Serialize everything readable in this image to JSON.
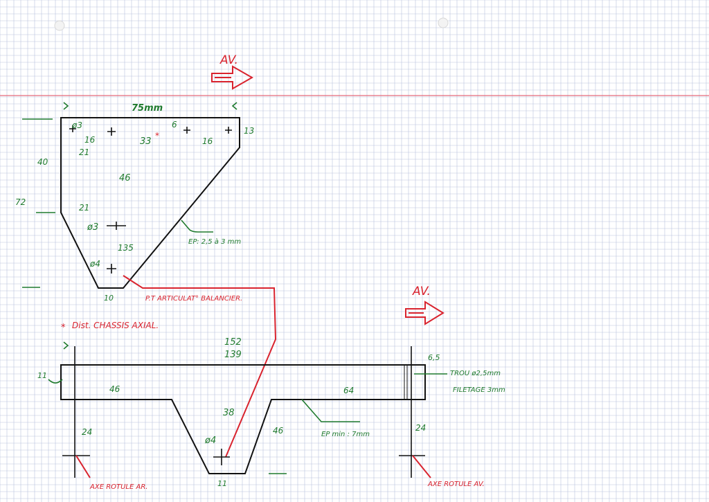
{
  "colors": {
    "paper": "#ffffff",
    "grid_line": "#b9c3de",
    "margin_line": "#e56a7a",
    "outline": "#111111",
    "dimension_ink": "#1f7a2e",
    "annotation_ink": "#d9232e"
  },
  "top_part": {
    "width_dim": "75mm",
    "dia_3_top": "ø3",
    "dim_16_left": "16",
    "dim_21_upper": "21",
    "dim_40": "40",
    "dim_33": "33",
    "asterisk": "*",
    "dim_6": "6",
    "dim_16_right": "16",
    "dim_13": "13",
    "dim_46": "46",
    "dim_72": "72",
    "dim_21_lower": "21",
    "dia_3_mid": "ø3",
    "dim_135": "135",
    "dia_4": "ø4",
    "dim_10": "10",
    "thickness_note": "EP: 2,5 à 3 mm",
    "pivot_note": "P.T ARTICULAT° BALANCIER.",
    "forward_label": "AV."
  },
  "note_axial": {
    "marker": "*",
    "text": "Dist. CHASSIS AXIAL."
  },
  "bottom_part": {
    "dim_152": "152",
    "dim_139": "139",
    "dim_6_5": "6,5",
    "dim_11": "11",
    "dim_46_left": "46",
    "dim_64": "64",
    "dim_38": "38",
    "dim_46_right": "46",
    "dim_24_left": "24",
    "dim_24_right": "24",
    "dia_4": "ø4",
    "dim_11_bottom": "11",
    "hole_note_line1": "TROU ø2,5mm",
    "hole_note_line2": "FILETAGE 3mm",
    "min_thickness": "EP min : 7mm",
    "rear_axis_label": "AXE ROTULE AR.",
    "front_axis_label": "AXE ROTULE AV.",
    "forward_label": "AV."
  }
}
